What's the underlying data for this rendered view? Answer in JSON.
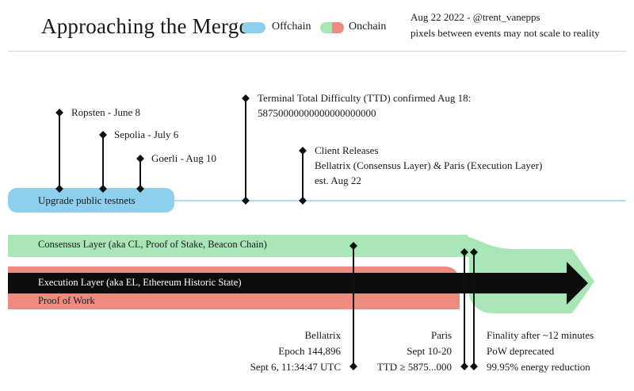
{
  "header": {
    "title": "Approaching the Merge",
    "legend": {
      "offchain_label": "Offchain",
      "onchain_label": "Onchain",
      "offchain_color": "#8ecfee",
      "onchain_color_a": "#a8e6b8",
      "onchain_color_b": "#f08a80"
    },
    "credit": "Aug 22 2022 - @trent_vanepps",
    "note": "pixels between events may not scale to reality"
  },
  "testnets": {
    "bar_label": "Upgrade public testnets",
    "ropsten": "Ropsten - June 8",
    "sepolia": "Sepolia - July 6",
    "goerli": "Goerli - Aug 10"
  },
  "ttd": {
    "line1": "Terminal Total Difficulty (TTD) confirmed Aug 18:",
    "line2": "58750000000000000000000"
  },
  "clients": {
    "line1": "Client Releases",
    "line2": "Bellatrix (Consensus Layer) & Paris (Execution Layer)",
    "line3": "est. Aug 22"
  },
  "bands": {
    "consensus": "Consensus Layer (aka CL, Proof of Stake, Beacon Chain)",
    "execution": "Execution Layer (aka EL, Ethereum Historic State)",
    "pow": "Proof of Work",
    "colors": {
      "consensus": "#a8e6b8",
      "execution": "#0d0d0d",
      "pow": "#ee8a80",
      "offchain": "#8ecfee"
    }
  },
  "bellatrix": {
    "name": "Bellatrix",
    "epoch": "Epoch 144,896",
    "date": "Sept 6, 11:34:47 UTC"
  },
  "paris": {
    "name": "Paris",
    "date": "Sept 10-20",
    "ttd": "TTD ≥ 5875...000"
  },
  "finality": {
    "line1": "Finality after ~12 minutes",
    "line2": "PoW deprecated",
    "line3": "99.95% energy reduction"
  }
}
